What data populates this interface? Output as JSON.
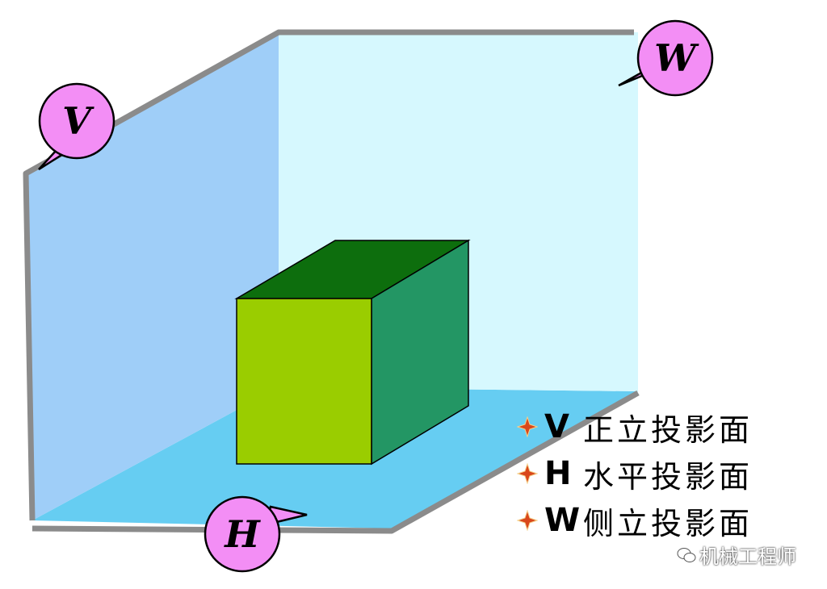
{
  "diagram": {
    "colors": {
      "v_plane": "#9fcef8",
      "w_plane": "#d6f8fe",
      "h_plane": "#66cdf2",
      "edge": "#8b8b8b",
      "cube_front": "#9acd00",
      "cube_top": "#0d6e0d",
      "cube_side": "#239664",
      "bubble": "#f38ef5",
      "bubble_stroke": "#000000"
    },
    "bubbles": [
      {
        "letter": "V"
      },
      {
        "letter": "W"
      },
      {
        "letter": "H"
      }
    ]
  },
  "legend": {
    "star_icon": "star-bullet-icon",
    "star_color": "#d9471b",
    "items": [
      {
        "key": "V",
        "text": "正立投影面"
      },
      {
        "key": "H",
        "text": "水平投影面"
      },
      {
        "key": "W",
        "text": "侧立投影面"
      }
    ]
  },
  "watermark": {
    "icon": "wechat-icon",
    "text": "机械工程师"
  }
}
